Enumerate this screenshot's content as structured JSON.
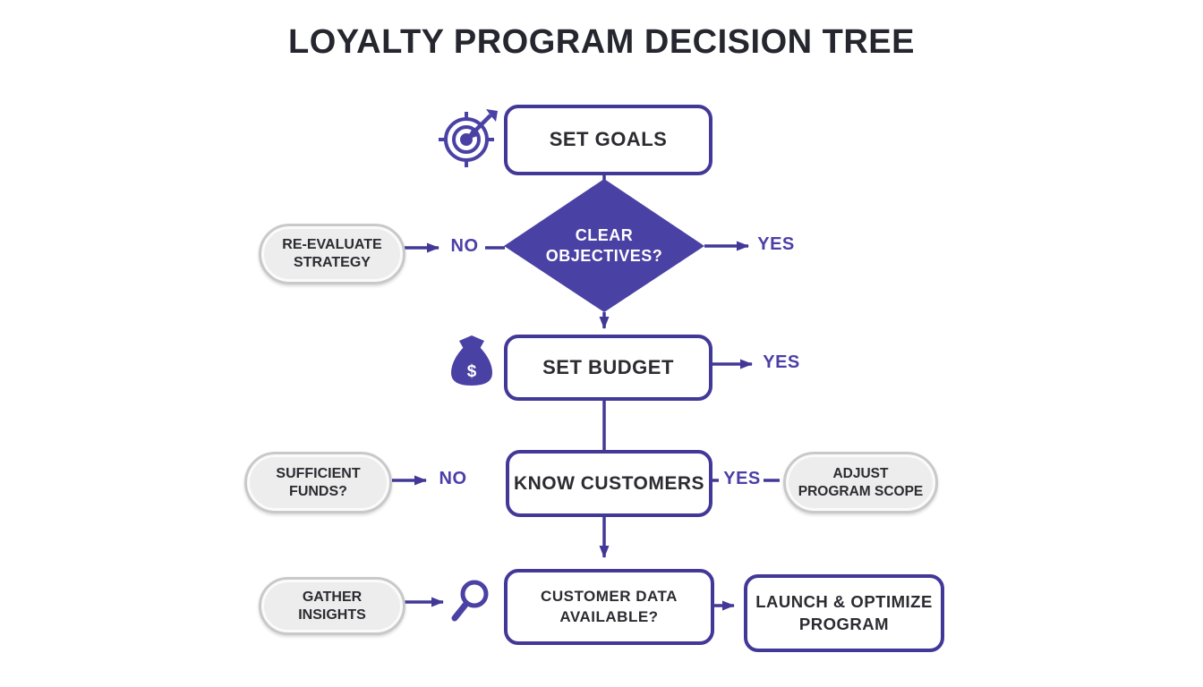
{
  "title": "LOYALTY PROGRAM DECISION TREE",
  "colors": {
    "accent": "#423897",
    "diamond_fill": "#4a41a4",
    "label_color": "#4b3fa7",
    "title_color": "#25262e",
    "node_text": "#2b2b31",
    "pill_fill": "#ededed",
    "pill_border": "#c9c9c9",
    "background": "#ffffff"
  },
  "nodes": {
    "set_goals": {
      "label": "SET GOALS"
    },
    "clear_objectives": {
      "label": "CLEAR\nOBJECTIVES?"
    },
    "set_budget": {
      "label": "SET BUDGET"
    },
    "know_customers": {
      "label": "KNOW CUSTOMERS"
    },
    "customer_data_available": {
      "label": "CUSTOMER DATA\nAVAILABLE?"
    },
    "launch_optimize_program": {
      "label": "LAUNCH & OPTIMIZE\nPROGRAM"
    },
    "re_evaluate_strategy": {
      "label": "RE-EVALUATE\nSTRATEGY"
    },
    "sufficient_funds": {
      "label": "SUFFICIENT\nFUNDS?"
    },
    "adjust_program_scope": {
      "label": "ADJUST\nPROGRAM SCOPE"
    },
    "gather_insights": {
      "label": "GATHER\nINSIGHTS"
    }
  },
  "edge_labels": {
    "objectives_no": "NO",
    "objectives_yes": "YES",
    "budget_yes": "YES",
    "funds_no": "NO",
    "customers_yes": "YES"
  },
  "icons": {
    "target": "target-icon",
    "money_bag": "money-bag-icon",
    "money_bag_symbol": "$",
    "magnifier": "magnifier-icon"
  }
}
